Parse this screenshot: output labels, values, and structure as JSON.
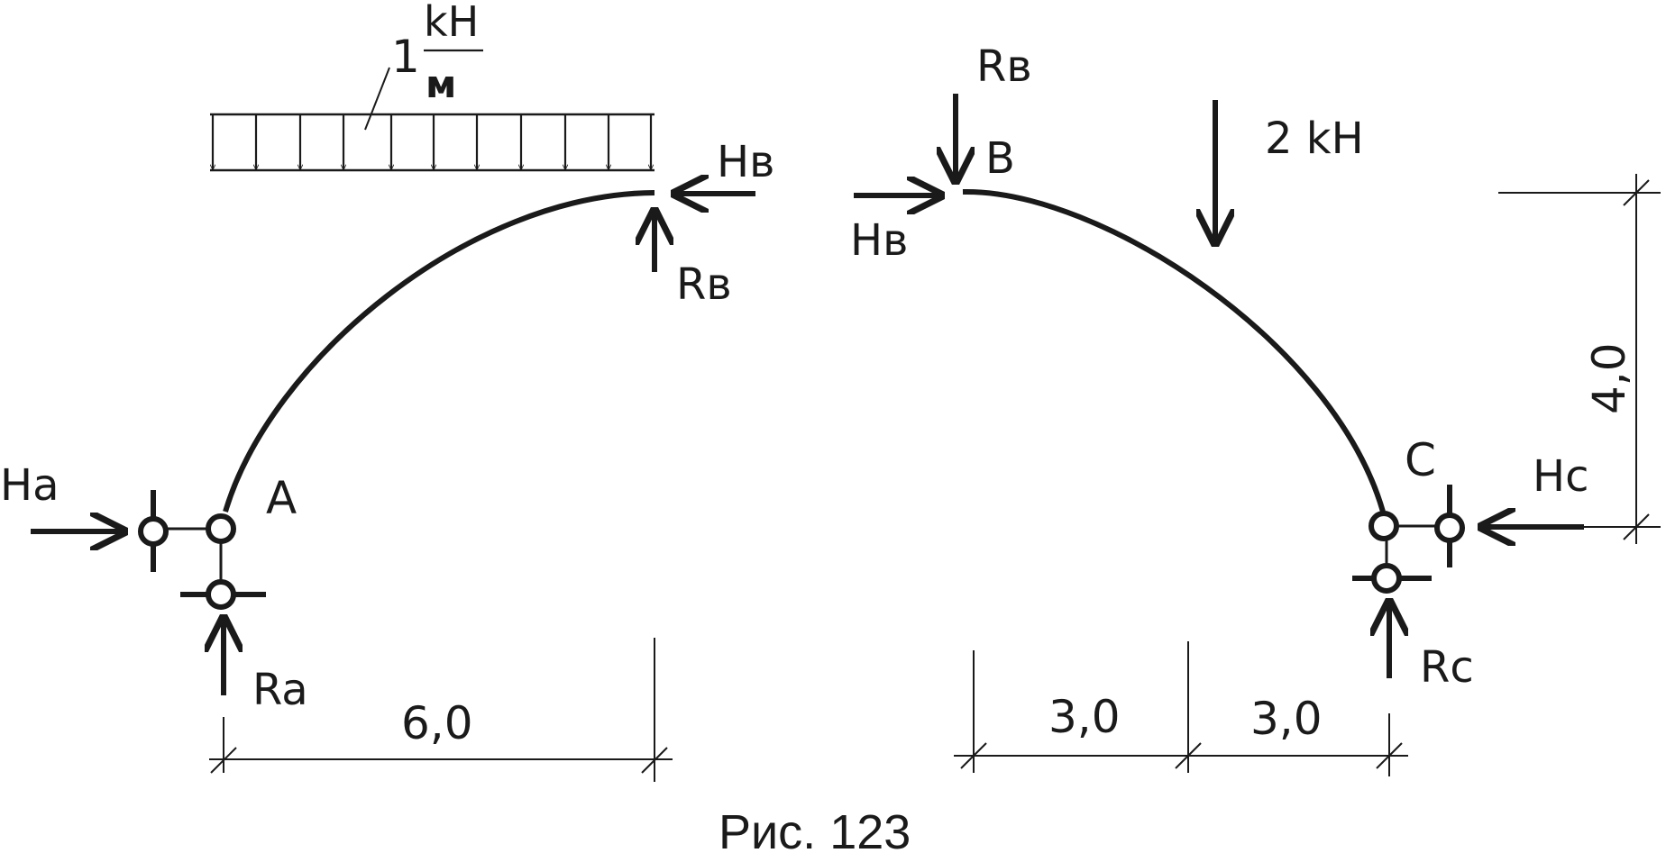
{
  "load": {
    "value": "1",
    "unit_num": "kH",
    "unit_den": "м"
  },
  "left_part": {
    "support_label": "A",
    "reactions": {
      "horizontal": "Ha",
      "vertical": "Ra"
    },
    "hinge_forces": {
      "horizontal": "Hв",
      "vertical": "Rв"
    },
    "span": "6,0"
  },
  "right_part": {
    "hinge_label": "B",
    "support_label": "C",
    "reactions": {
      "horizontal": "Hc",
      "vertical": "Rc"
    },
    "hinge_forces": {
      "horizontal": "Hв",
      "vertical": "Rв"
    },
    "point_load": "2 kH",
    "span_1": "3,0",
    "span_2": "3,0",
    "height": "4,0"
  },
  "caption": "Рис. 123",
  "colors": {
    "ink": "#1a1a1a",
    "background": "#ffffff"
  }
}
